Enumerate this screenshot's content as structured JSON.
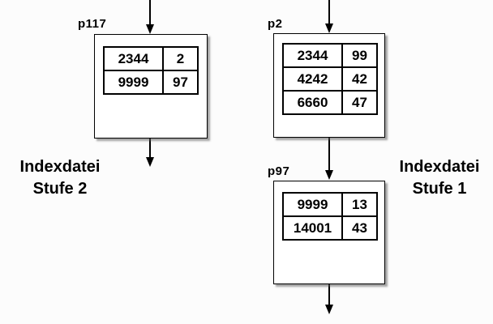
{
  "diagram": {
    "title_implicit": "Two-level index file diagram",
    "captions": {
      "left": {
        "line1": "Indexdatei",
        "line2": "Stufe 2"
      },
      "right": {
        "line1": "Indexdatei",
        "line2": "Stufe 1"
      }
    },
    "nodes": [
      {
        "id": "p117",
        "label": "p117",
        "rows": [
          [
            "2344",
            "2"
          ],
          [
            "9999",
            "97"
          ]
        ]
      },
      {
        "id": "p2",
        "label": "p2",
        "rows": [
          [
            "2344",
            "99"
          ],
          [
            "4242",
            "42"
          ],
          [
            "6660",
            "47"
          ]
        ]
      },
      {
        "id": "p97",
        "label": "p97",
        "rows": [
          [
            "9999",
            "13"
          ],
          [
            "14001",
            "43"
          ]
        ]
      }
    ],
    "colors": {
      "line": "#000000",
      "box_fill": "#ffffff",
      "shadow": "#5a5a5a",
      "background": "#fcfcfc"
    }
  }
}
